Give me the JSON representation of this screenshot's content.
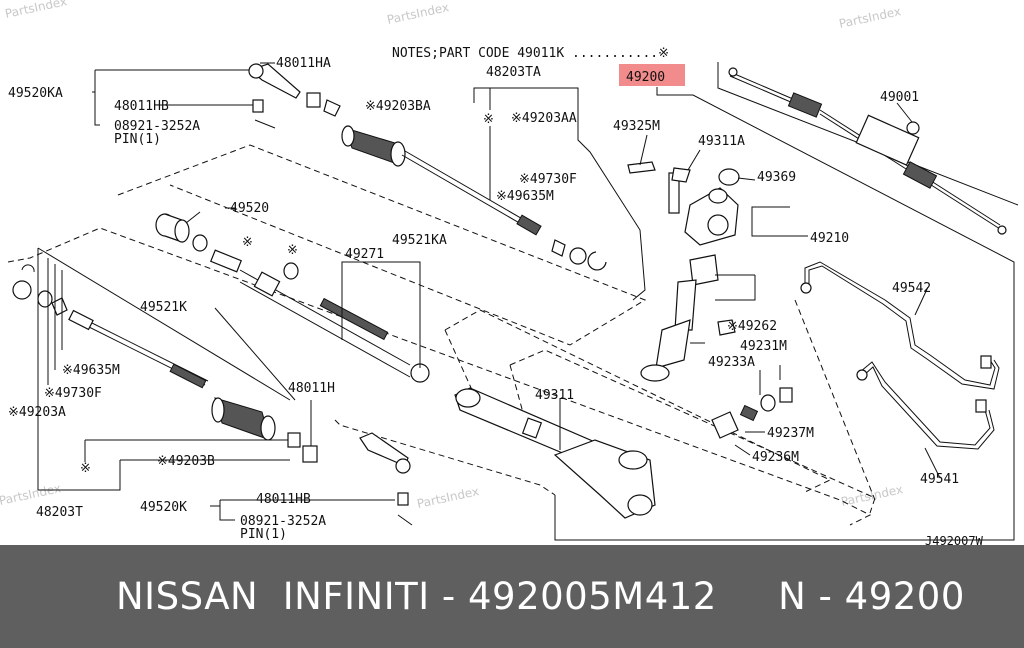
{
  "watermark": "PartsIndex",
  "notes": "NOTES;PART CODE  49011K ...........※",
  "highlight": {
    "label": "49200",
    "color": "#f28b8b"
  },
  "diagram_code": "J492007W",
  "labels": {
    "l_48011HA": "48011HA",
    "l_49520KA": "49520KA",
    "l_48011HB_top": "48011HB",
    "l_08921_top": "08921-3252A",
    "l_pin_top": "PIN(1)",
    "l_48203TA": "48203TA",
    "l_49203BA": "※49203BA",
    "l_star1": "※",
    "l_49203AA": "※49203AA",
    "l_49730F_r": "※49730F",
    "l_49635M_r": "※49635M",
    "l_49521KA": "49521KA",
    "l_49520": "49520",
    "l_star2": "※",
    "l_star3": "※",
    "l_49271": "49271",
    "l_49521K": "49521K",
    "l_49635M_l": "※49635M",
    "l_49730F_l": "※49730F",
    "l_49203A": "※49203A",
    "l_48011H": "48011H",
    "l_star4": "※",
    "l_49203B": "※49203B",
    "l_48203T": "48203T",
    "l_49520K": "49520K",
    "l_48011HB_bot": "48011HB",
    "l_08921_bot": "08921-3252A",
    "l_pin_bot": "PIN(1)",
    "l_49325M": "49325M",
    "l_49311A": "49311A",
    "l_49369": "49369",
    "l_49001": "49001",
    "l_49210": "49210",
    "l_49262": "※49262",
    "l_49231M": "49231M",
    "l_49233A": "49233A",
    "l_49311": "49311",
    "l_49237M": "49237M",
    "l_49236M": "49236M",
    "l_49542": "49542",
    "l_49541": "49541"
  },
  "footer": "NISSAN  INFINITI - 492005M412     N - 49200"
}
